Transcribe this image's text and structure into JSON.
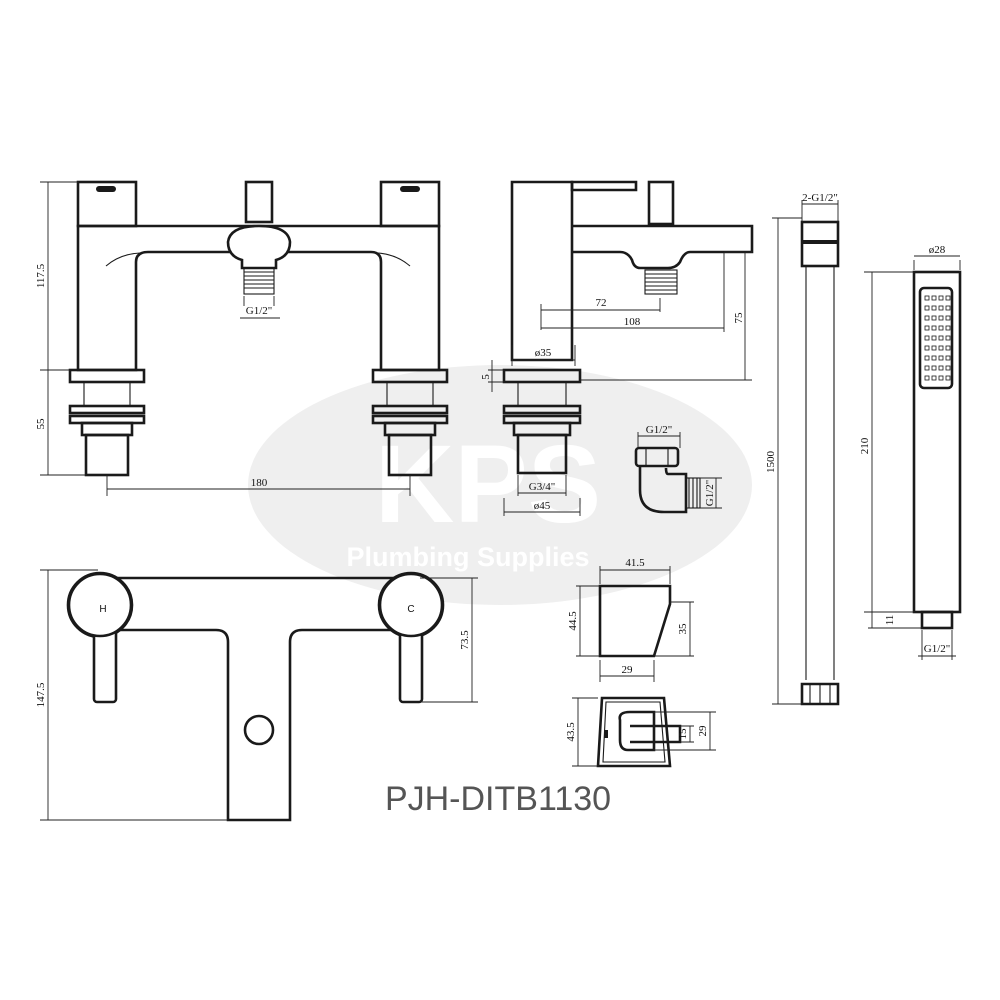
{
  "product_code": "PJH-DITB1130",
  "watermark": {
    "logo_text": "KPS",
    "tagline": "Plumbing Supplies"
  },
  "front_view": {
    "dims": {
      "height_upper": "117.5",
      "height_lower": "55",
      "centers": "180",
      "outlet_thread": "G1/2\""
    }
  },
  "side_view": {
    "dims": {
      "reach_72": "72",
      "reach_108": "108",
      "height_75": "75",
      "deck_5": "5",
      "dia_35": "ø35",
      "dia_45": "ø45",
      "inlet_thread": "G3/4\""
    }
  },
  "elbow": {
    "dims": {
      "top_thread": "G1/2\"",
      "side_thread": "G1/2\""
    }
  },
  "hose": {
    "dims": {
      "thread": "2-G1/2\"",
      "length": "1500"
    }
  },
  "handset": {
    "dims": {
      "diameter": "ø28",
      "length": "210",
      "neck": "11",
      "thread": "G1/2\""
    }
  },
  "top_view": {
    "handle_labels": {
      "hot": "H",
      "cold": "C"
    },
    "dims": {
      "depth": "147.5",
      "handle_depth": "73.5"
    }
  },
  "holder_side": {
    "dims": {
      "top": "41.5",
      "left": "44.5",
      "right": "35",
      "bottom": "29"
    }
  },
  "holder_front": {
    "dims": {
      "height": "43.5",
      "inner": "15",
      "outer": "29"
    }
  }
}
